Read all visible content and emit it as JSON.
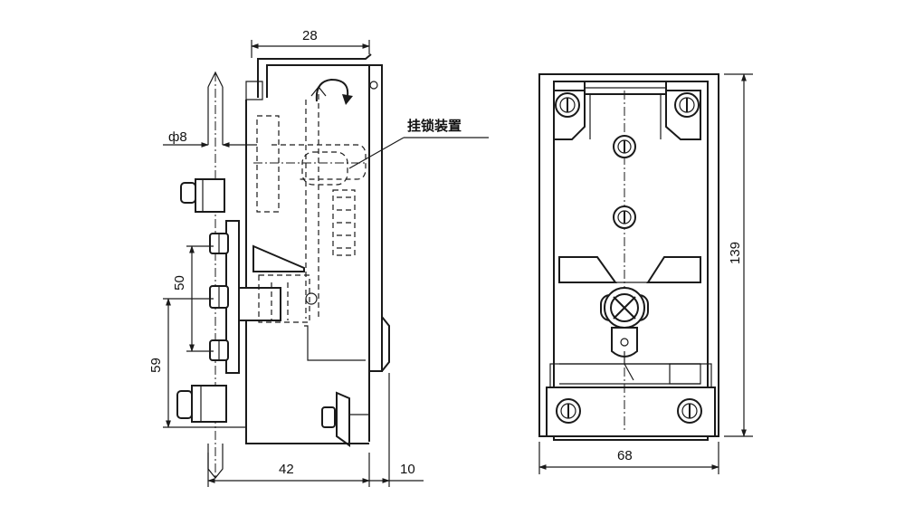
{
  "labels": {
    "dim_top_width": "28",
    "dim_diameter": "ф8",
    "dim_height_50": "50",
    "dim_height_59": "59",
    "dim_bottom_42": "42",
    "dim_bottom_10": "10",
    "lock_device": "挂锁装置",
    "dim_front_height": "139",
    "dim_front_width": "68"
  }
}
